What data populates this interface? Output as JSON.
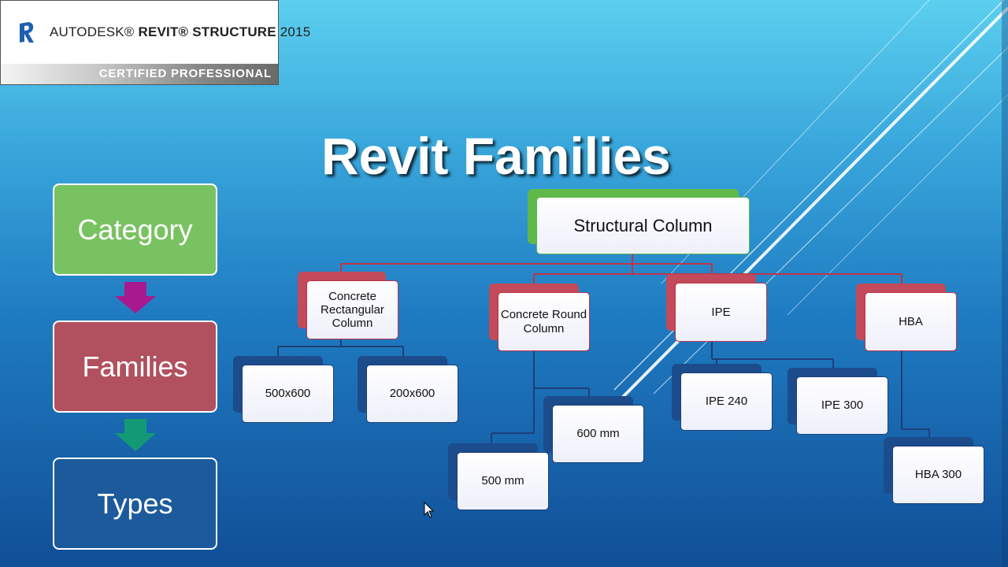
{
  "logo": {
    "brand_prefix": "AUTODESK®",
    "brand_product": "REVIT® STRUCTURE",
    "brand_year": "2015",
    "certification": "CERTIFIED PROFESSIONAL"
  },
  "slide": {
    "title": "Revit Families"
  },
  "hierarchy_levels": {
    "category": "Category",
    "families": "Families",
    "types": "Types"
  },
  "diagram": {
    "root": "Structural Column",
    "families": {
      "concrete_rect": "Concrete Rectangular Column",
      "concrete_round": "Concrete Round Column",
      "ipe": "IPE",
      "hba": "HBA"
    },
    "types": {
      "t500x600": "500x600",
      "t200x600": "200x600",
      "t600mm": "600 mm",
      "t500mm": "500 mm",
      "ipe240": "IPE 240",
      "ipe300": "IPE 300",
      "hba300": "HBA 300"
    }
  },
  "colors": {
    "category": "#79c262",
    "families": "#b1515f",
    "types": "#1c5a9c",
    "arrow_down_1": "#a8198f",
    "arrow_down_2": "#139a74"
  }
}
